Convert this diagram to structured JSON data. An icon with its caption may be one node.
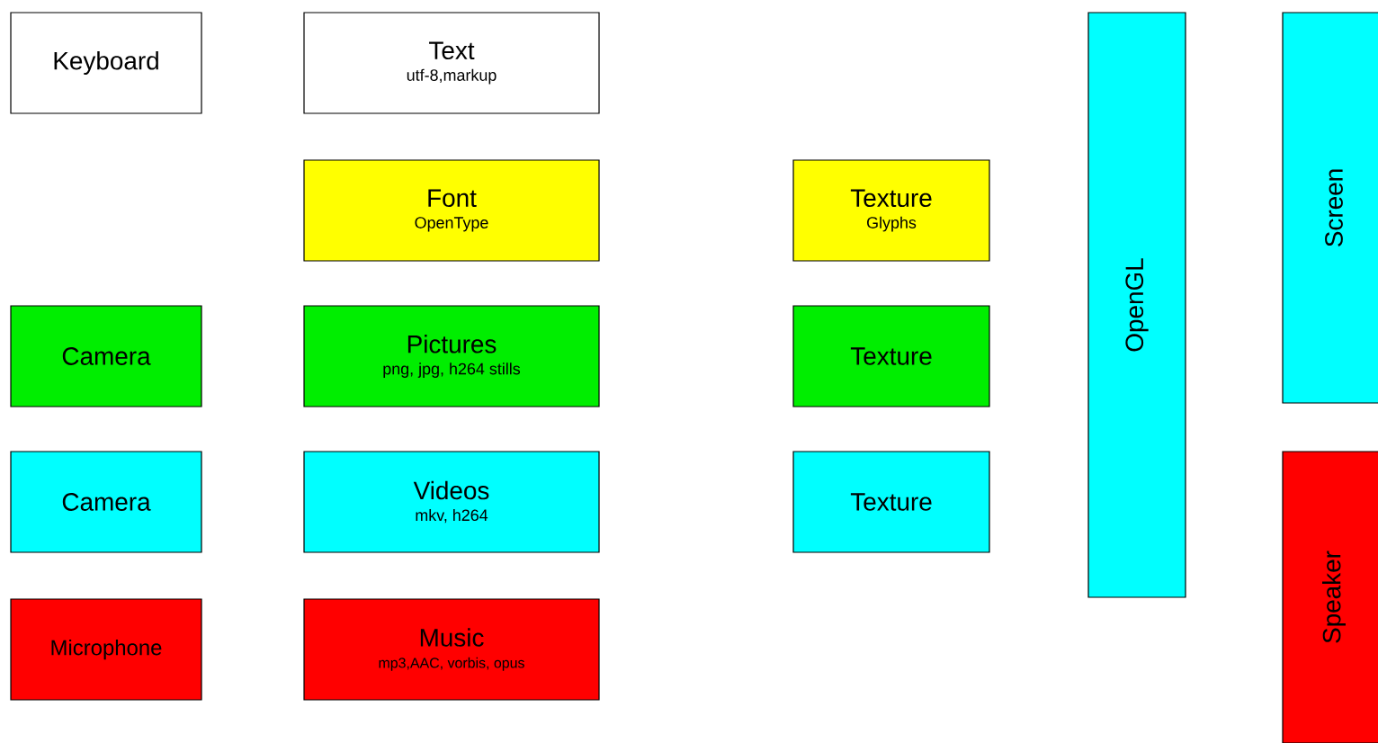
{
  "diagram": {
    "nodes": [
      {
        "text": [
          "Keyboard"
        ]
      },
      {
        "text": [
          "Text",
          "utf-8,markup"
        ]
      },
      {
        "text": [
          "OpenGL"
        ]
      },
      {
        "text": [
          "Screen"
        ]
      },
      {
        "text": [
          "Font",
          "OpenType"
        ]
      },
      {
        "text": [
          "Texture",
          "Glyphs"
        ]
      },
      {
        "text": [
          "Camera"
        ]
      },
      {
        "text": [
          "Pictures",
          "png, jpg, h264 stills"
        ]
      },
      {
        "text": [
          "Texture"
        ]
      },
      {
        "text": [
          "Camera"
        ]
      },
      {
        "text": [
          "Videos",
          "mkv, h264"
        ]
      },
      {
        "text": [
          "Texture"
        ]
      },
      {
        "text": [
          "Speaker"
        ]
      },
      {
        "text": [
          "Microphone"
        ]
      },
      {
        "text": [
          "Music",
          "mp3,AAC, vorbis, opus"
        ]
      }
    ]
  }
}
